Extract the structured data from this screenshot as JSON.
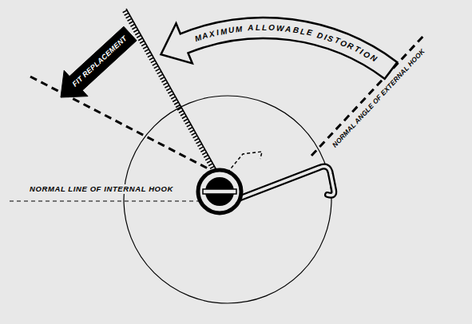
{
  "diagram": {
    "labels": [
      "MAXIMUM ALLOWABLE DISTORTION",
      "FIT REPLACEMENT",
      "NORMAL ANGLE OF EXTERNAL HOOK",
      "NORMAL LINE OF INTERNAL HOOK"
    ]
  }
}
